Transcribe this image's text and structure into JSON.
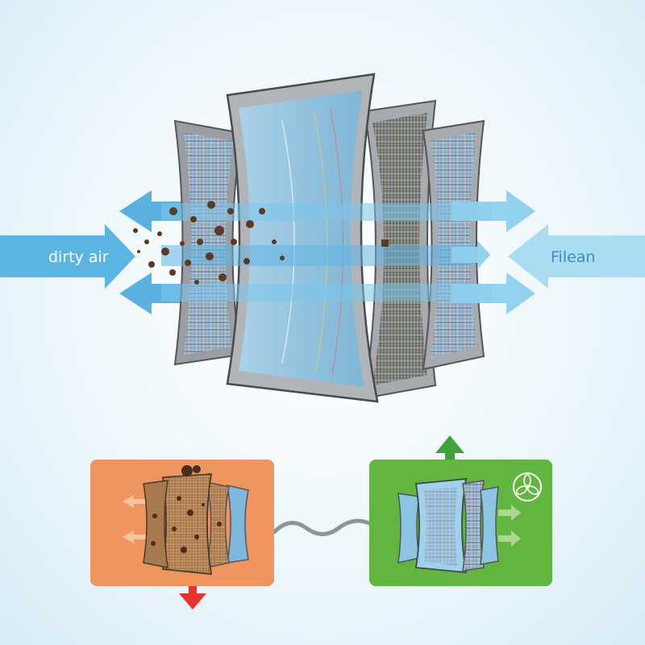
{
  "labels": {
    "left": "dirty air",
    "right": "Filean"
  },
  "colors": {
    "air_blue": "#4aa9dd",
    "air_light": "#8fd0ef",
    "filter_frame": "#8a8d92",
    "filter_blue": "#8cc4e4",
    "dirty_panel": "#ef955f",
    "clean_panel": "#62b53f",
    "alert_red": "#e8322b",
    "particle": "#5a3a25"
  },
  "icons": {
    "fan": "fan-icon",
    "up_arrow": "up-arrow-icon",
    "down_arrow": "down-arrow-icon",
    "connector": "wavy-line-connector"
  }
}
